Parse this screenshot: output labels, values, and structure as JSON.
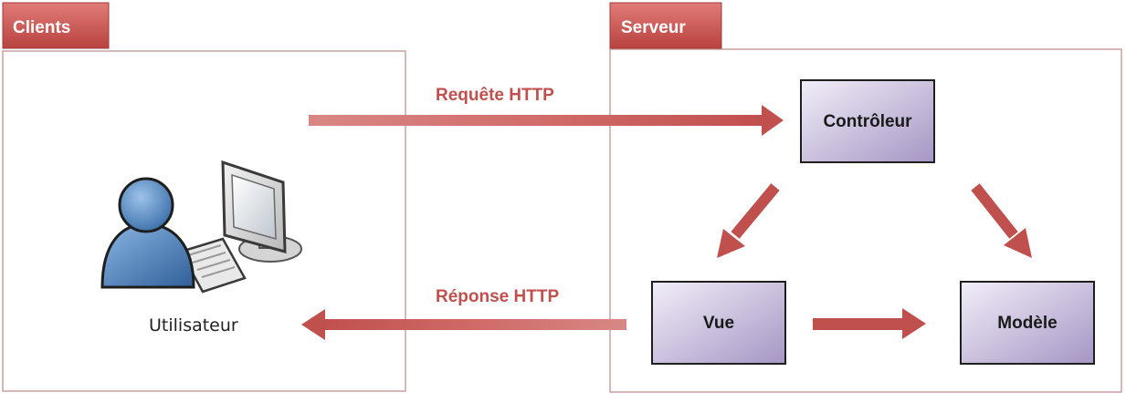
{
  "clients": {
    "tab_label": "Clients",
    "user_label": "Utilisateur"
  },
  "server": {
    "tab_label": "Serveur",
    "controller_label": "Contrôleur",
    "view_label": "Vue",
    "model_label": "Modèle"
  },
  "arrows": {
    "request_label": "Requête HTTP",
    "response_label": "Réponse HTTP"
  },
  "colors": {
    "accent": "#c0504d",
    "box_border": "#1f1f1f",
    "box_fill_light": "#ece7f4",
    "box_fill_dark": "#a99ac6",
    "user_blue": "#4f81bd"
  }
}
